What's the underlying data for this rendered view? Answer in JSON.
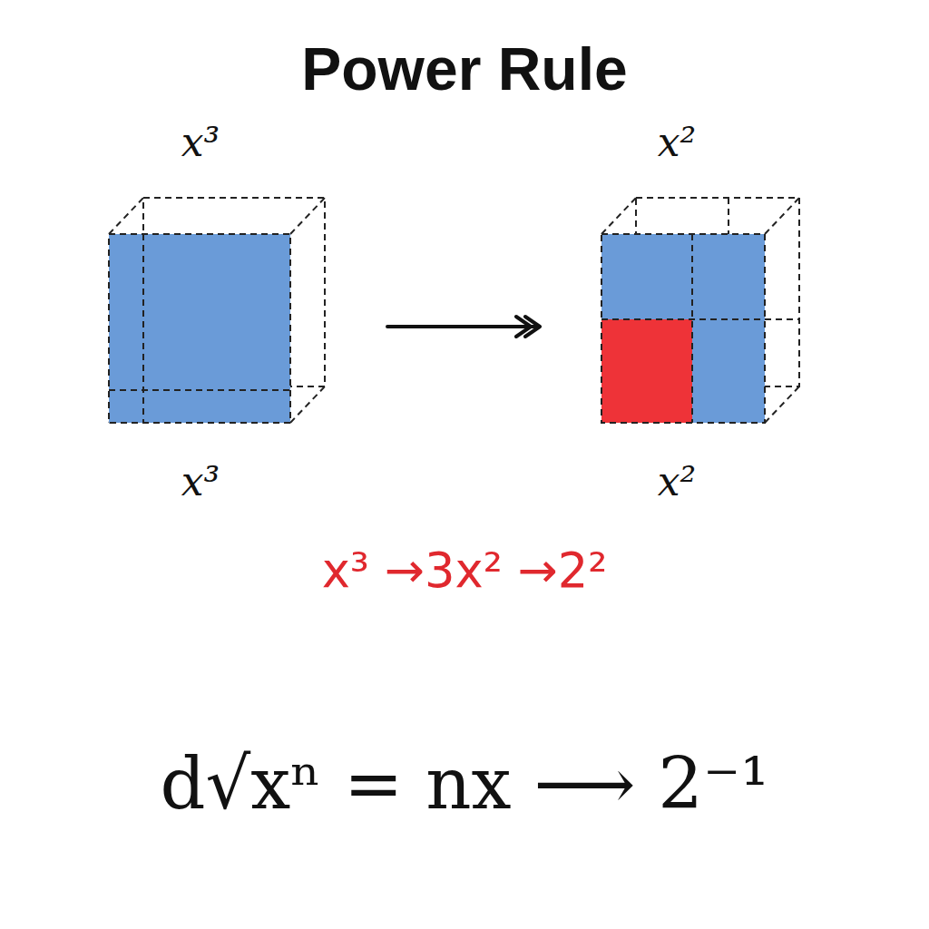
{
  "diagram": {
    "title": "Power Rule",
    "nodes": [
      {
        "text": [
          "x³",
          "x³"
        ]
      },
      {
        "text": [
          "x²",
          "x²"
        ]
      }
    ],
    "edges": [
      {
        "from": 0,
        "to": 1,
        "arrow": "to"
      }
    ],
    "labels": [
      "x³ →3x² →2²",
      "d√xⁿ = nx ⟶ 2⁻¹"
    ]
  }
}
